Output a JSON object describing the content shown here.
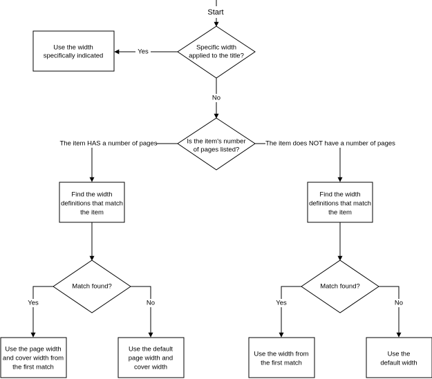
{
  "diagram": {
    "start": "Start",
    "q_width": [
      "Specific width",
      "applied to the title?"
    ],
    "yes_width": "Yes",
    "no_width": "No",
    "use_specific": [
      "Use the width",
      "specifically indicated"
    ],
    "q_pages": [
      "Is the item's number",
      "of pages listed?"
    ],
    "has_pages": "The item HAS a number of pages",
    "no_pages": "The item does NOT have a number of pages",
    "left": {
      "find": [
        "Find the width",
        "definitions that match",
        "the item"
      ],
      "match": "Match found?",
      "yes": "Yes",
      "no": "No",
      "yes_result": [
        "Use the page width",
        "and cover width from",
        "the first match"
      ],
      "no_result": [
        "Use the default",
        "page width and",
        "cover width"
      ]
    },
    "right": {
      "find": [
        "Find the width",
        "definitions that match",
        "the item"
      ],
      "match": "Match found?",
      "yes": "Yes",
      "no": "No",
      "yes_result": [
        "Use the width from",
        "the first match"
      ],
      "no_result": [
        "Use the",
        "default width"
      ]
    }
  }
}
